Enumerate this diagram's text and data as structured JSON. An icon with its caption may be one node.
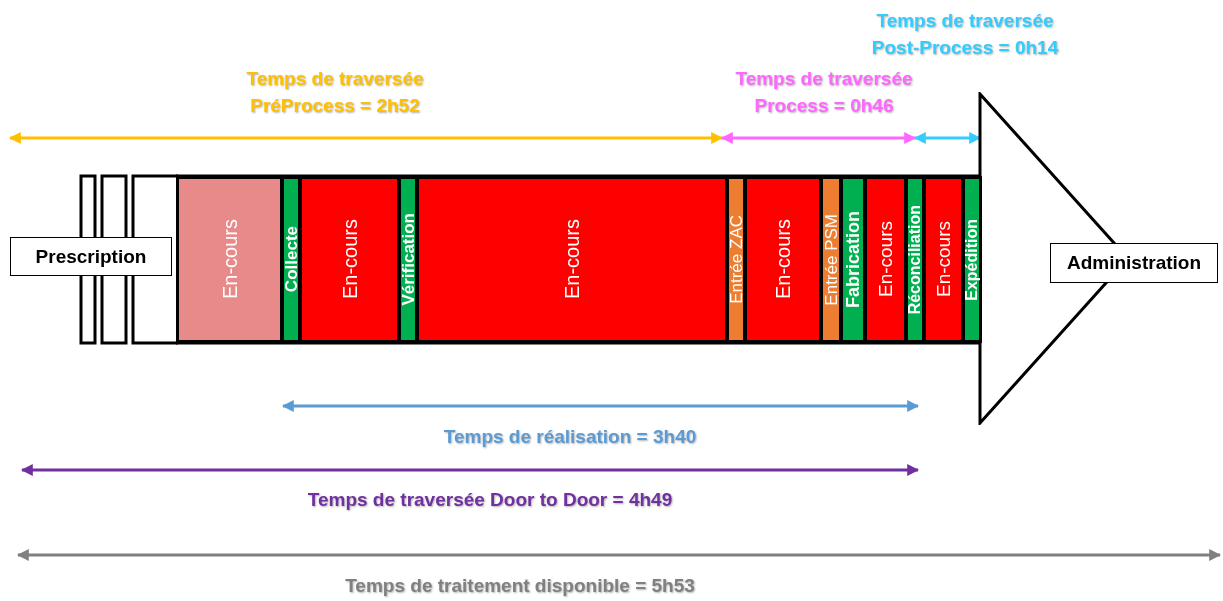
{
  "diagram": {
    "nodes": [
      {
        "text": [],
        "shape": "arrow"
      },
      {
        "text": [
          "Prescription"
        ]
      },
      {
        "text": [
          "En-cours"
        ],
        "in": 0
      },
      {
        "text": [
          "Collecte"
        ],
        "in": 0
      },
      {
        "text": [
          "En-cours"
        ],
        "in": 0
      },
      {
        "text": [
          "Vérification"
        ],
        "in": 0
      },
      {
        "text": [
          "En-cours"
        ],
        "in": 0
      },
      {
        "text": [
          "Entrée ZAC"
        ],
        "in": 0
      },
      {
        "text": [
          "En-cours"
        ],
        "in": 0
      },
      {
        "text": [
          "Entrée PSM"
        ],
        "in": 0
      },
      {
        "text": [
          "Fabrication"
        ],
        "in": 0
      },
      {
        "text": [
          "En-cours"
        ],
        "in": 0
      },
      {
        "text": [
          "Réconciliation"
        ],
        "in": 0
      },
      {
        "text": [
          "En-cours"
        ],
        "in": 0
      },
      {
        "text": [
          "Expédition"
        ],
        "in": 0
      },
      {
        "text": [
          "Administration"
        ]
      }
    ],
    "labels": [
      "Temps de traversée Post-Process = 0h14",
      "Temps de traversée PréProcess = 2h52",
      "Temps de traversée Process = 0h46",
      "Temps de réalisation = 3h40",
      "Temps de traversée Door to Door = 4h49",
      "Temps de traitement disponible = 5h53"
    ]
  }
}
